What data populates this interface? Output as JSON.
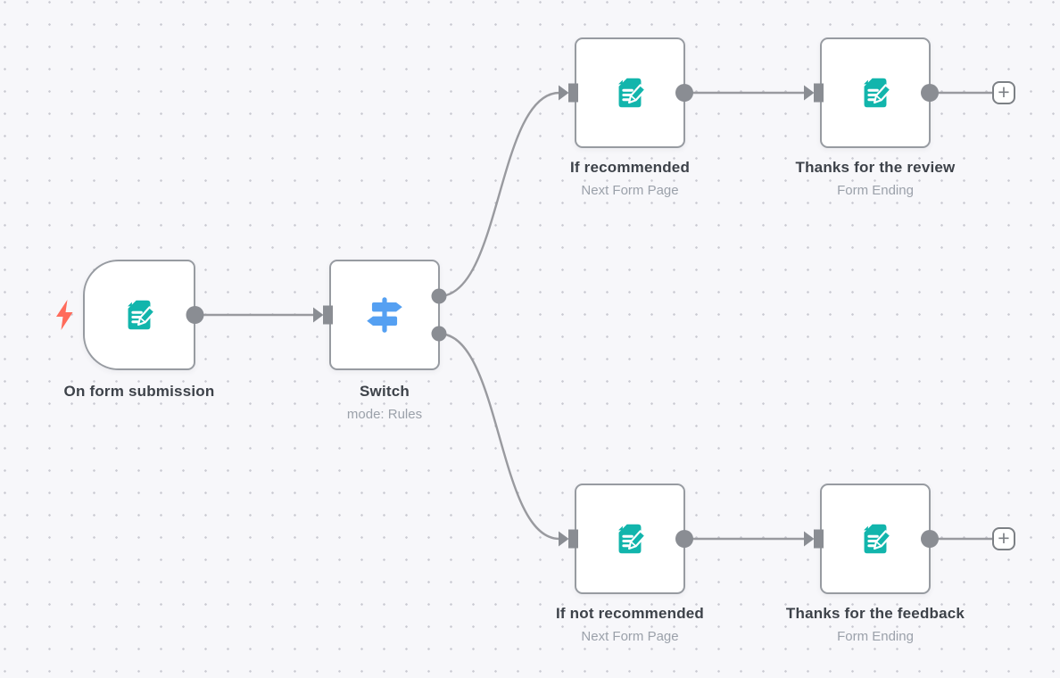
{
  "workflow": {
    "nodes": [
      {
        "name": "On form submission",
        "subtitle": "",
        "icon": "form-pencil-icon",
        "trigger_icon": "lightning-trigger-icon"
      },
      {
        "name": "Switch",
        "subtitle": "mode: Rules",
        "icon": "signpost-icon"
      },
      {
        "name": "If recommended",
        "subtitle": "Next Form Page",
        "icon": "form-pencil-icon"
      },
      {
        "name": "Thanks for the review",
        "subtitle": "Form Ending",
        "icon": "form-pencil-icon"
      },
      {
        "name": "If not recommended",
        "subtitle": "Next Form Page",
        "icon": "form-pencil-icon"
      },
      {
        "name": "Thanks for the feedback",
        "subtitle": "Form Ending",
        "icon": "form-pencil-icon"
      }
    ],
    "connections": [
      {
        "from": "On form submission",
        "to": "Switch"
      },
      {
        "from": "Switch",
        "to": "If recommended",
        "switch_output": 0
      },
      {
        "from": "Switch",
        "to": "If not recommended",
        "switch_output": 1
      },
      {
        "from": "If recommended",
        "to": "Thanks for the review"
      },
      {
        "from": "If not recommended",
        "to": "Thanks for the feedback"
      }
    ]
  },
  "controls": {
    "add_node_label": "+"
  },
  "colors": {
    "canvas_bg": "#f7f7fa",
    "grid_dot": "#c9cad2",
    "node_border": "#979ba1",
    "connector_line": "#999a9f",
    "port_gray": "#8a8d93",
    "title_text": "#3d4249",
    "subtitle_text": "#9ba1aa",
    "form_teal": "#12b5ac",
    "switch_blue": "#55a0f2",
    "trigger_bolt_coral": "#ff6b5b"
  }
}
